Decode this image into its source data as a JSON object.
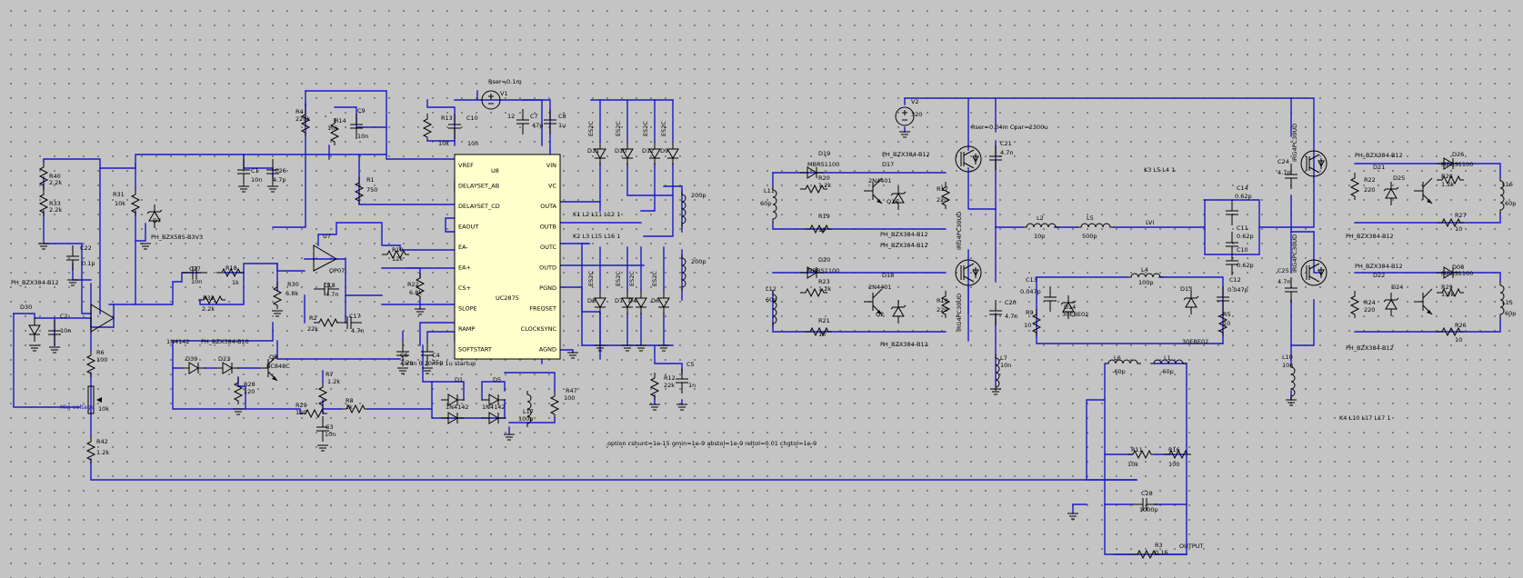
{
  "schematic": {
    "spice": ".option cshunt=1e-15 gmin=1e-9 abstol=1e-9 reltol=0.01 chgtol=1e-9",
    "tran": ".tran 0 20m 0 1u startup",
    "coupling": [
      "K1 L2 L11 L12 1",
      "K2 L3 L15 L16 1",
      "K3 L5 L4 1",
      "K4 L10 L17 L17 1"
    ],
    "inductor_label": "LVI",
    "output_label": "OUTPUT",
    "supply": {
      "v1": {
        "ref": "V1",
        "value": "12",
        "rser": "Rser=0.1m"
      },
      "v2": {
        "ref": "V2",
        "value": "320",
        "rser": "Rser=0.04m Cpar=2300u"
      }
    },
    "ic": {
      "ref": "U8",
      "part": "UC2875",
      "pins_left": [
        "VREF",
        "DELAYSET_AB",
        "DELAYSET_CD",
        "EAOUT",
        "EA-",
        "EA+",
        "CS+",
        "SLOPE",
        "RAMP",
        "SOFTSTART"
      ],
      "pins_right": [
        "VIN",
        "VC",
        "OUTA",
        "OUTB",
        "OUTC",
        "OUTD",
        "PGND",
        "FREQSET",
        "CLOCKSYNC",
        "AGND"
      ]
    },
    "opamp": {
      "ref": "U7",
      "part": "OP07"
    },
    "pot": {
      "label": "Mig voltage",
      "value": "10k"
    },
    "left_labels": [
      {
        "ref": "R40",
        "value": "2.2k"
      },
      {
        "ref": "R33",
        "value": "2.2k"
      },
      {
        "ref": "R31",
        "value": "10k"
      },
      {
        "ref": "D7",
        "value": "PH_BZX585-B3V3"
      },
      {
        "ref": "C22",
        "value": "0.1p"
      },
      {
        "ref": "PH_BZX384-B12",
        "value": ""
      },
      {
        "ref": "D30",
        "value": ""
      },
      {
        "ref": "C2",
        "value": "10n"
      },
      {
        "ref": "R6",
        "value": "100"
      },
      {
        "ref": "R42",
        "value": "1.2k"
      }
    ],
    "mid_labels": [
      {
        "ref": "R4",
        "value": "220k"
      },
      {
        "ref": "R14",
        "value": "10k"
      },
      {
        "ref": "C9",
        "value": "10n"
      },
      {
        "ref": "R13",
        "value": "10k"
      },
      {
        "ref": "C10",
        "value": "10n"
      },
      {
        "ref": "C7",
        "value": "47p"
      },
      {
        "ref": "C8",
        "value": "1u"
      },
      {
        "ref": "C1",
        "value": "10n"
      },
      {
        "ref": "C26",
        "value": "4.7p"
      },
      {
        "ref": "R1",
        "value": "750"
      },
      {
        "ref": "C27",
        "value": "10n"
      },
      {
        "ref": "R18",
        "value": "1k"
      },
      {
        "ref": "R32",
        "value": "2.2k"
      },
      {
        "ref": "R30",
        "value": "6.8k"
      },
      {
        "ref": "C18",
        "value": "4.7n"
      },
      {
        "ref": "R2",
        "value": "22k"
      },
      {
        "ref": "C17",
        "value": "4.7n"
      },
      {
        "ref": "R10",
        "value": "12k"
      },
      {
        "ref": "R22",
        "value": "6.8k"
      },
      {
        "ref": "C6",
        "value": "2.2n"
      },
      {
        "ref": "C4",
        "value": "75p"
      },
      {
        "ref": "R12",
        "value": "22k"
      },
      {
        "ref": "C5",
        "value": "1n"
      },
      {
        "ref": "D39",
        "value": "1N4142"
      },
      {
        "ref": "D23",
        "value": ""
      },
      {
        "ref": "Q5",
        "value": "BC848C"
      },
      {
        "ref": "R28",
        "value": "120"
      },
      {
        "ref": "R7",
        "value": "1.2k"
      },
      {
        "ref": "R29",
        "value": "120"
      },
      {
        "ref": "C3",
        "value": "10n"
      },
      {
        "ref": "R8",
        "value": "1k"
      },
      {
        "ref": "D1",
        "value": "1N4142"
      },
      {
        "ref": "D5",
        "value": "1N4142"
      },
      {
        "ref": "L17",
        "value": "100p"
      },
      {
        "ref": "R47",
        "value": "100"
      },
      {
        "ref": "PH_BZX384-B10",
        "value": ""
      }
    ],
    "bridge_diodes": [
      "ES2C",
      "ES2C",
      "ES2C",
      "ES2C",
      "ES2C",
      "ES2C",
      "ES2C",
      "ES2C"
    ],
    "bridge_refs": [
      "D11",
      "D10",
      "D12",
      "D9",
      "D8",
      "D7",
      "D4",
      "D6"
    ],
    "l2": "200p",
    "l3": "200p",
    "right_labels": [
      {
        "ref": "D19",
        "value": "MBRS1100"
      },
      {
        "ref": "R20",
        "value": "1.2k"
      },
      {
        "ref": "L11",
        "value": "60p"
      },
      {
        "ref": "R19",
        "value": "10"
      },
      {
        "ref": "D17",
        "value": "2N4401"
      },
      {
        "ref": "Q16",
        "value": ""
      },
      {
        "ref": "R17",
        "value": "220"
      },
      {
        "ref": "Q1",
        "value": "IRG4PC30UD"
      },
      {
        "ref": "D20",
        "value": "MBRS1100"
      },
      {
        "ref": "R23",
        "value": "1.2k"
      },
      {
        "ref": "L12",
        "value": "60p"
      },
      {
        "ref": "R21",
        "value": "10"
      },
      {
        "ref": "D18",
        "value": "2N4401"
      },
      {
        "ref": "Q2",
        "value": ""
      },
      {
        "ref": "R18",
        "value": "220"
      },
      {
        "ref": "Q2b",
        "value": "IRG4PC30UD"
      },
      {
        "ref": "C20",
        "value": "4.7n"
      },
      {
        "ref": "C21",
        "value": "4.7n"
      },
      {
        "ref": "L7",
        "value": "10n"
      },
      {
        "ref": "L2",
        "value": "10p"
      },
      {
        "ref": "L5",
        "value": "500p"
      },
      {
        "ref": "C14",
        "value": "0.62p"
      },
      {
        "ref": "C11",
        "value": "0.62p"
      },
      {
        "ref": "C10",
        "value": "0.62p"
      },
      {
        "ref": "C13",
        "value": "0.047p"
      },
      {
        "ref": "R9",
        "value": "10"
      },
      {
        "ref": "D14",
        "value": "30EBE02"
      },
      {
        "ref": "L4",
        "value": "100p"
      },
      {
        "ref": "D13",
        "value": "30EBE02"
      },
      {
        "ref": "C12",
        "value": "0.047p"
      },
      {
        "ref": "R5",
        "value": "10"
      },
      {
        "ref": "L6",
        "value": "-60p"
      },
      {
        "ref": "L1",
        "value": "-60p"
      },
      {
        "ref": "R11",
        "value": "10k"
      },
      {
        "ref": "R16",
        "value": "100"
      },
      {
        "ref": "C28",
        "value": "1000p"
      },
      {
        "ref": "R3",
        "value": "0.16"
      },
      {
        "ref": "C24",
        "value": "4.7n"
      },
      {
        "ref": "C25",
        "value": "4.7n"
      },
      {
        "ref": "Q3",
        "value": "IRG4PC30UD"
      },
      {
        "ref": "Q4",
        "value": "IRG4PC30UD"
      },
      {
        "ref": "D26",
        "value": "MBRS1100"
      },
      {
        "ref": "D21",
        "value": ""
      },
      {
        "ref": "R22",
        "value": "220"
      },
      {
        "ref": "D25",
        "value": "2N4401"
      },
      {
        "ref": "R28b",
        "value": "1.2k"
      },
      {
        "ref": "L16",
        "value": "60p"
      },
      {
        "ref": "R27",
        "value": "10"
      },
      {
        "ref": "D08",
        "value": "MBRS1100"
      },
      {
        "ref": "D22",
        "value": ""
      },
      {
        "ref": "R24",
        "value": "220"
      },
      {
        "ref": "D24",
        "value": "2N4401"
      },
      {
        "ref": "R29b",
        "value": "1.2k"
      },
      {
        "ref": "L15",
        "value": "60p"
      },
      {
        "ref": "R26",
        "value": "10"
      },
      {
        "ref": "L10",
        "value": "10n"
      }
    ],
    "driver_part": "PH_BZX384-B12"
  }
}
